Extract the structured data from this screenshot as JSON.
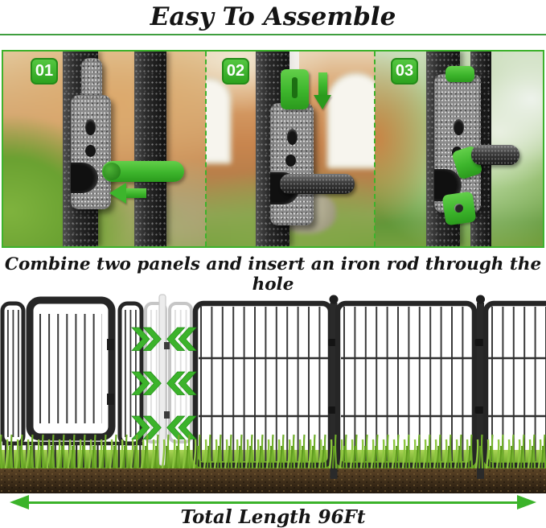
{
  "header": {
    "title": "Easy To Assemble"
  },
  "photo_steps": {
    "badges": [
      {
        "number": "01"
      },
      {
        "number": "02"
      },
      {
        "number": "03"
      }
    ]
  },
  "caption": "Combine two panels and insert an iron rod through the hole",
  "measurement": {
    "label": "Total Length 96Ft"
  },
  "icons": {
    "step1_arrow": "arrow-left-icon",
    "step2_arrow": "arrow-down-icon",
    "panel_join_left_side": "double-chevron-right-icon",
    "panel_join_right_side": "double-chevron-left-icon",
    "total_length": "double-headed-arrow-icon"
  },
  "colors": {
    "accent_green": "#3CB32B",
    "badge_green": "#2DA31F",
    "metal_dark": "#2B2B2B",
    "grass_green": "#6FAE2A",
    "soil_brown": "#3A2B16",
    "text_color": "#141414"
  }
}
